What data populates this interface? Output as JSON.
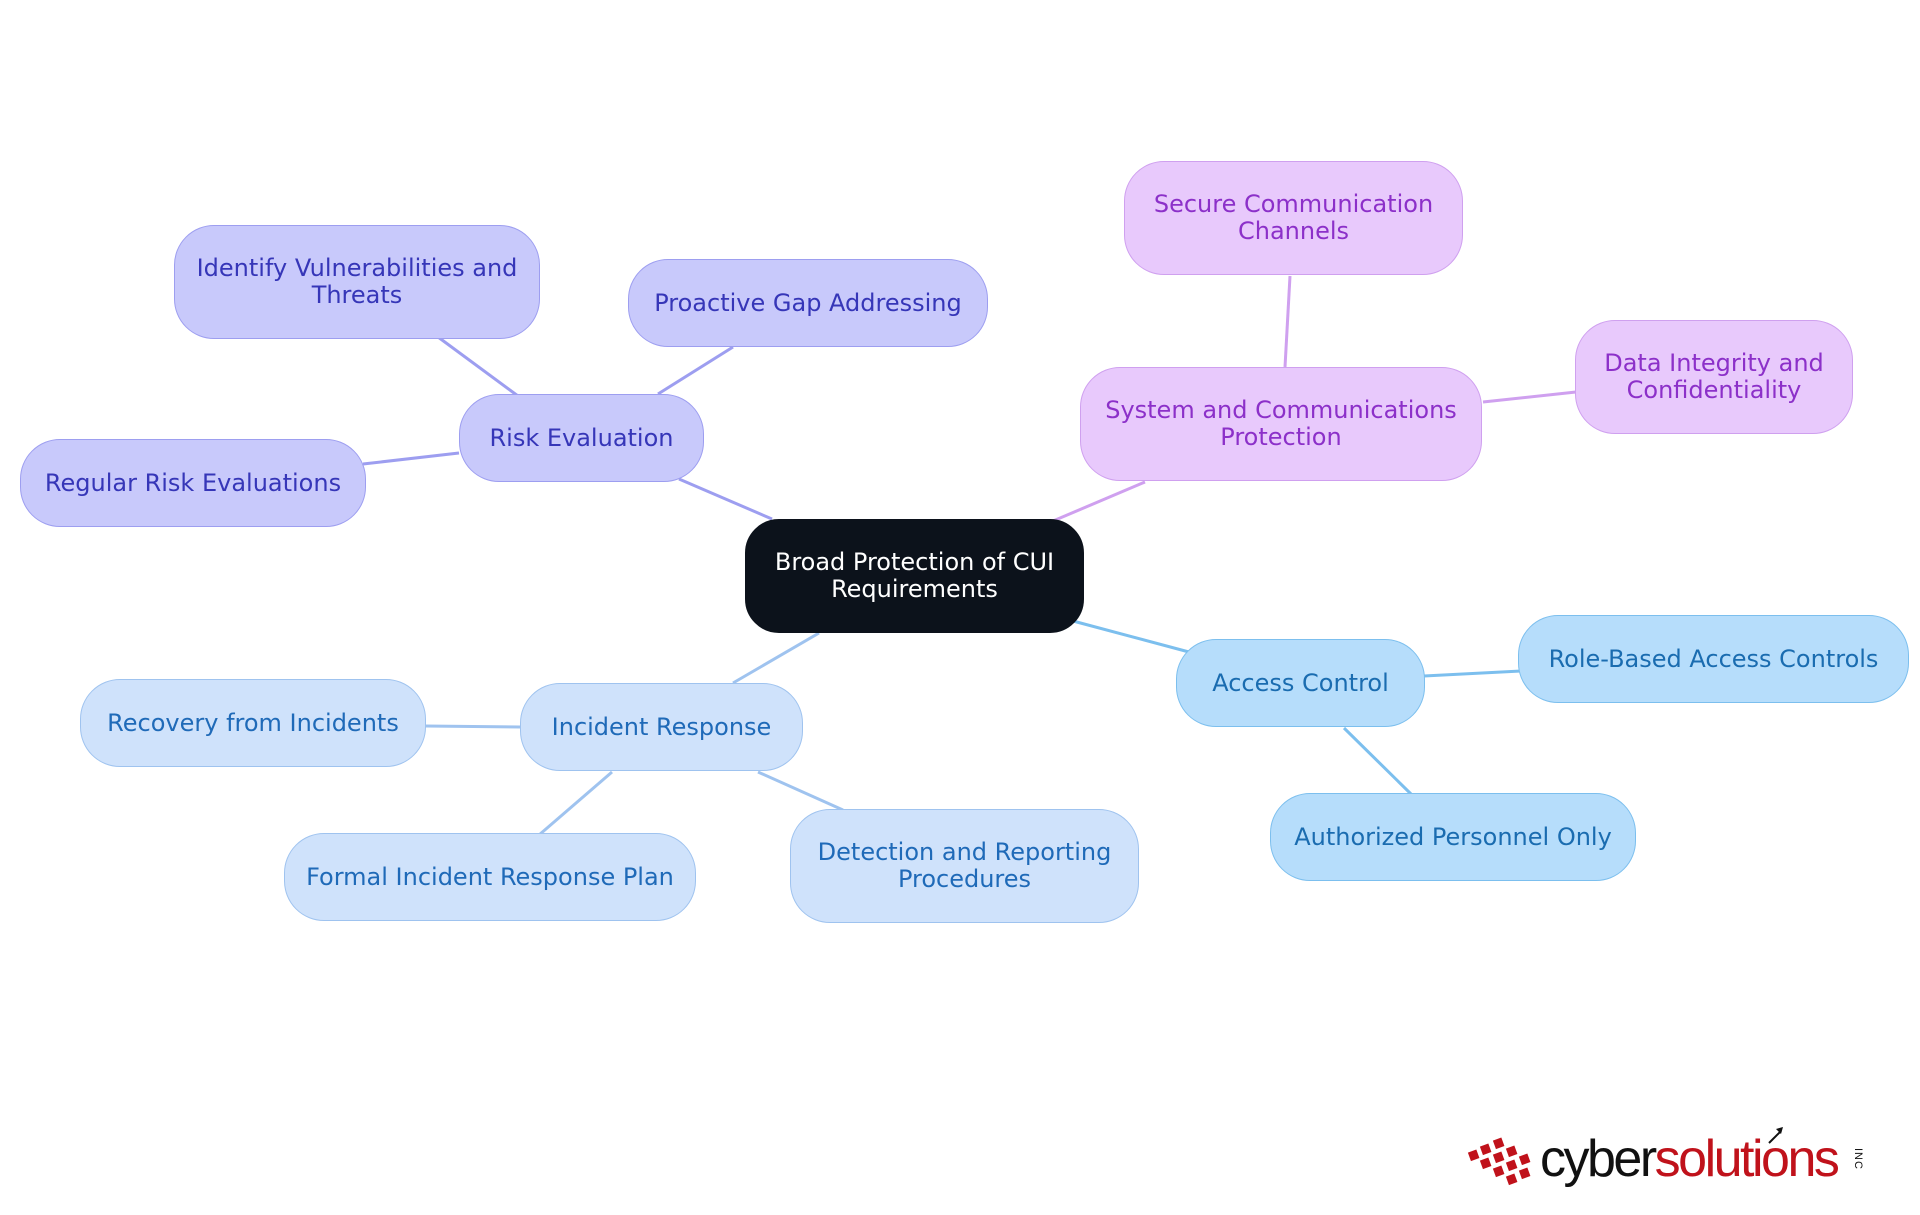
{
  "central": {
    "label": "Broad Protection of CUI Requirements"
  },
  "branches": {
    "risk_evaluation": {
      "label": "Risk Evaluation",
      "children": [
        "Identify Vulnerabilities and Threats",
        "Proactive Gap Addressing",
        "Regular Risk Evaluations"
      ]
    },
    "system_communications_protection": {
      "label": "System and Communications Protection",
      "children": [
        "Secure Communication Channels",
        "Data Integrity and Confidentiality"
      ]
    },
    "access_control": {
      "label": "Access Control",
      "children": [
        "Role-Based Access Controls",
        "Authorized Personnel Only"
      ]
    },
    "incident_response": {
      "label": "Incident Response",
      "children": [
        "Recovery from Incidents",
        "Formal Incident Response Plan",
        "Detection and Reporting Procedures"
      ]
    }
  },
  "colors": {
    "central_fill": "#0c121b",
    "risk_evaluation": "#c8c9fb",
    "system_communications_protection": "#e8c9fc",
    "access_control": "#b6ddfb",
    "incident_response": "#cfe2fb"
  },
  "logo": {
    "word1": "cyber",
    "word2": "solutions",
    "suffix": "INC",
    "colors": {
      "primary": "#111111",
      "accent": "#c0121b"
    }
  }
}
